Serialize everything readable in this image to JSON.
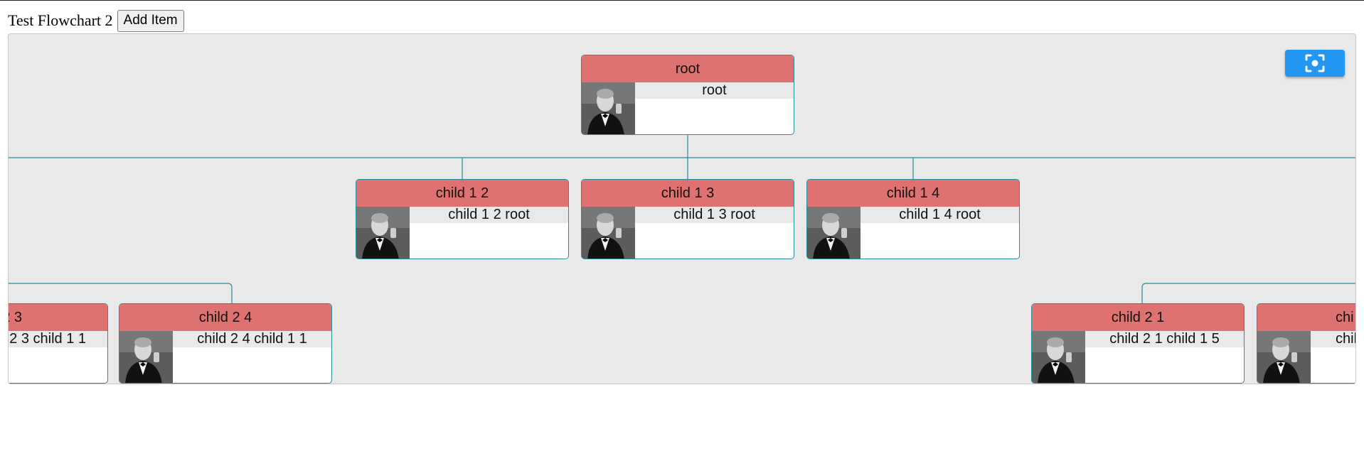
{
  "page": {
    "title": "Test Flowchart 2",
    "add_item_label": "Add Item"
  },
  "colors": {
    "node_header": "#e07171",
    "node_border": "#2a8b9c",
    "canvas": "#e9e9e9",
    "fit_button": "#2196f3"
  },
  "toolbar": {
    "fit_icon": "fit-screen-icon"
  },
  "nodes": [
    {
      "title": "root",
      "subtitle": "root"
    },
    {
      "title": "child 1 2",
      "subtitle": "child 1 2 root"
    },
    {
      "title": "child 1 3",
      "subtitle": "child 1 3 root"
    },
    {
      "title": "child 1 4",
      "subtitle": "child 1 4 root"
    },
    {
      "title": "2 3",
      "subtitle": "2 3 child 1 1"
    },
    {
      "title": "child 2 4",
      "subtitle": "child 2 4 child 1 1"
    },
    {
      "title": "child 2 1",
      "subtitle": "child 2 1 child 1 5"
    },
    {
      "title": "chi",
      "subtitle": "chil"
    }
  ]
}
